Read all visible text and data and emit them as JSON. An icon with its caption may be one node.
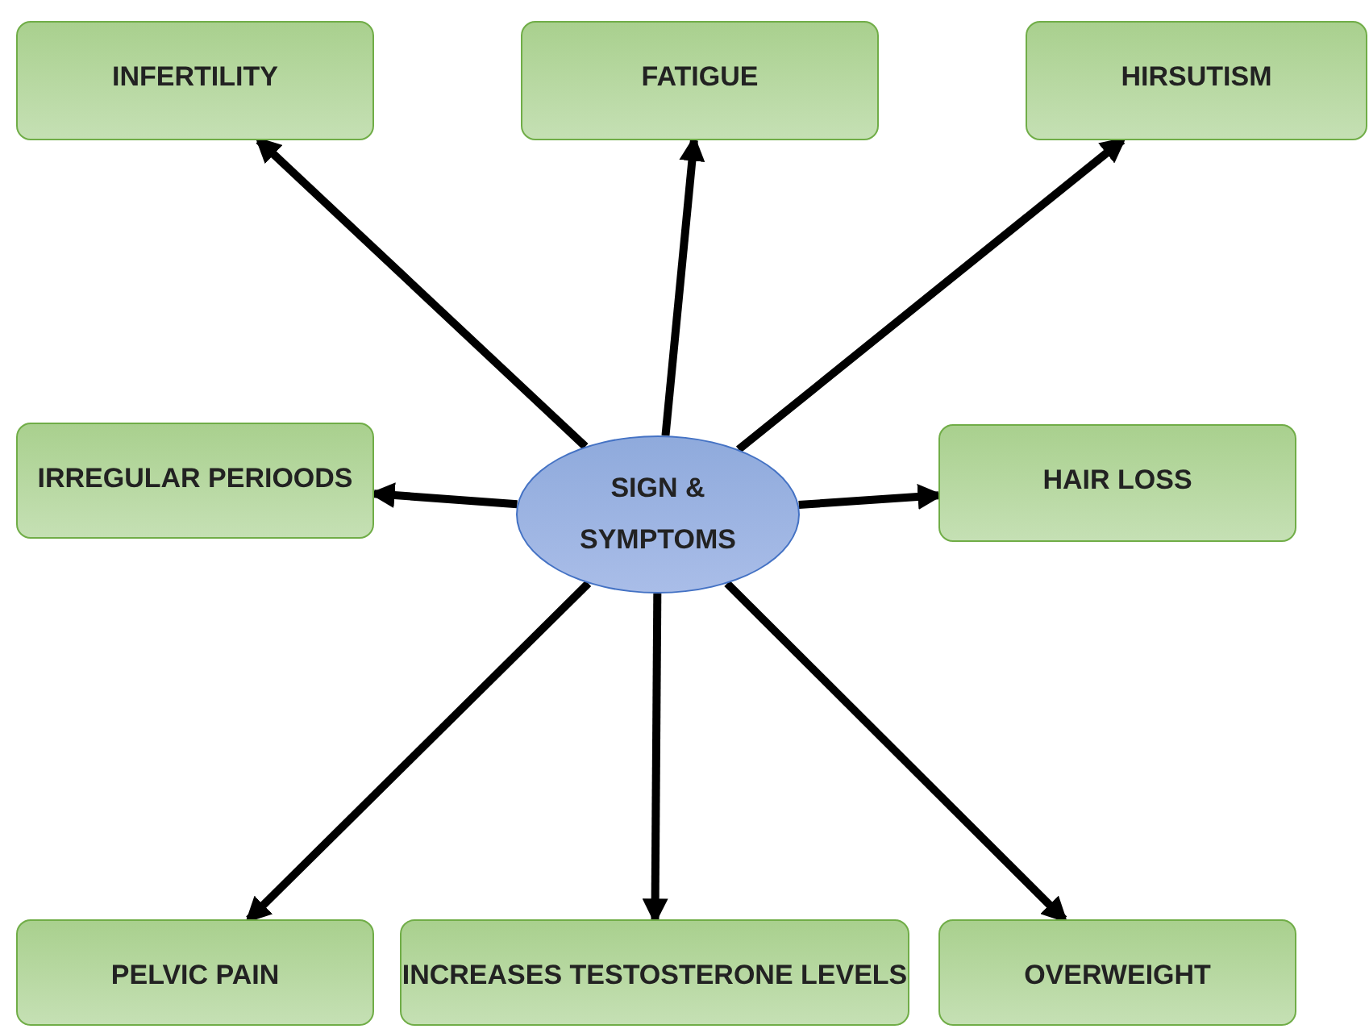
{
  "diagram": {
    "nodes": [
      {
        "text": [
          "INFERTILITY"
        ]
      },
      {
        "text": [
          "FATIGUE"
        ]
      },
      {
        "text": [
          "HIRSUTISM"
        ]
      },
      {
        "text": [
          "IRREGULAR PERIOODS"
        ]
      },
      {
        "text": [
          "SIGN & SYMPTOMS"
        ]
      },
      {
        "text": [
          "HAIR LOSS"
        ]
      },
      {
        "text": [
          "PELVIC PAIN"
        ]
      },
      {
        "text": [
          "INCREASES TESTOSTERONE LEVELS"
        ]
      },
      {
        "text": [
          "OVERWEIGHT"
        ]
      }
    ],
    "edges": [
      {
        "from": 4,
        "to": 0,
        "arrow": "to"
      },
      {
        "from": 4,
        "to": 1,
        "arrow": "to"
      },
      {
        "from": 4,
        "to": 2,
        "arrow": "to"
      },
      {
        "from": 4,
        "to": 3,
        "arrow": "to"
      },
      {
        "from": 4,
        "to": 5,
        "arrow": "to"
      },
      {
        "from": 4,
        "to": 6,
        "arrow": "to"
      },
      {
        "from": 4,
        "to": 7,
        "arrow": "to"
      },
      {
        "from": 4,
        "to": 8,
        "arrow": "to"
      }
    ]
  }
}
